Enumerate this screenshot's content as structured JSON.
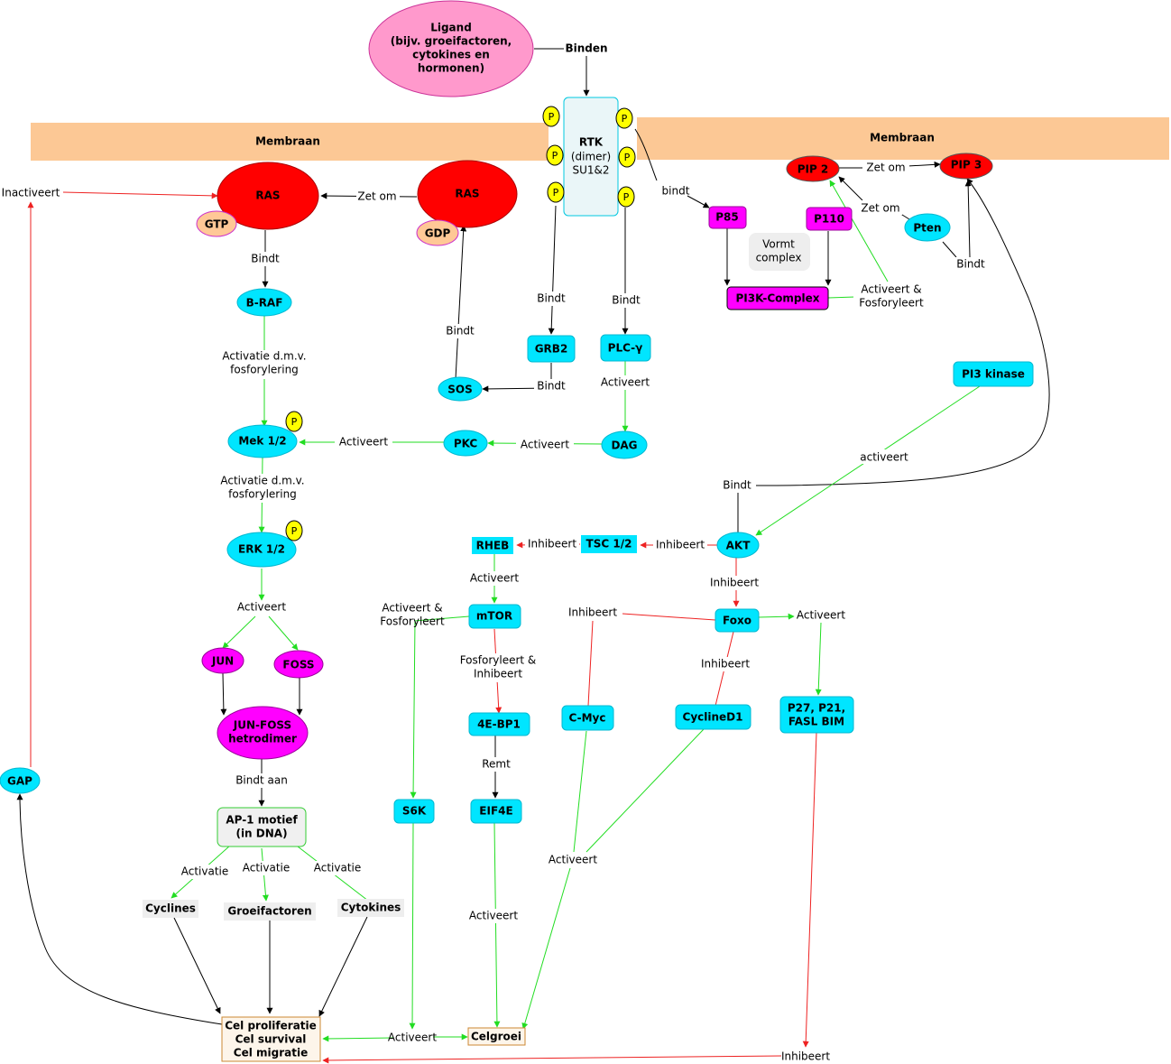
{
  "colors": {
    "membrane": "#fcc895",
    "ras": "#ff0000",
    "cyan": "#00e5ff",
    "magenta": "#ff00ff",
    "pink": "#ff99cc",
    "peach": "#ffc896",
    "yellow": "#ffff00",
    "grey": "#eeeeee",
    "arrow_black": "#000000",
    "arrow_green": "#22dd22",
    "arrow_red": "#ee2222"
  },
  "membrane": {
    "left_label": "Membraan",
    "right_label": "Membraan"
  },
  "nodes": {
    "ligand": [
      "Ligand",
      "(bijv. groeifactoren,",
      "cytokines en",
      "hormonen)"
    ],
    "rtk": [
      "RTK",
      "(dimer)",
      "SU1&2"
    ],
    "p": "P",
    "ras_active": "RAS",
    "gtp": "GTP",
    "ras_inactive": "RAS",
    "gdp": "GDP",
    "braf": "B-RAF",
    "mek": "Mek 1/2",
    "erk": "ERK 1/2",
    "jun": "JUN",
    "foss": "FOSS",
    "junfoss": [
      "JUN-FOSS",
      "hetrodimer"
    ],
    "ap1": [
      "AP-1 motief",
      "(in DNA)"
    ],
    "cyclines": "Cyclines",
    "groeifactoren": "Groeifactoren",
    "cytokines": "Cytokines",
    "cel": [
      "Cel proliferatie",
      "Cel survival",
      "Cel migratie"
    ],
    "gap": "GAP",
    "sos": "SOS",
    "grb2": "GRB2",
    "plcy": "PLC-γ",
    "dag": "DAG",
    "pkc": "PKC",
    "pip2": "PIP 2",
    "pip3": "PIP 3",
    "pten": "Pten",
    "p85": "P85",
    "p110": "P110",
    "vormt": [
      "Vormt",
      "complex"
    ],
    "pi3k_complex": "PI3K-Complex",
    "pi3_kinase": "PI3 kinase",
    "akt": "AKT",
    "tsc": "TSC 1/2",
    "rheb": "RHEB",
    "mtor": "mTOR",
    "ebp1": "4E-BP1",
    "eif4e": "EIF4E",
    "s6k": "S6K",
    "foxo": "Foxo",
    "cmyc": "C-Myc",
    "cyclind1": "CyclineD1",
    "p27": [
      "P27, P21,",
      "FASL BIM"
    ],
    "celgroei": "Celgroei"
  },
  "labels": {
    "binden": "Binden",
    "inactiveert": "Inactiveert",
    "zet_om_ras": "Zet om",
    "bindt_ras_braf": "Bindt",
    "activatie_braf_mek": [
      "Activatie d.m.v.",
      "fosforylering"
    ],
    "activatie_mek_erk": [
      "Activatie d.m.v.",
      "fosforylering"
    ],
    "activeert_erk": "Activeert",
    "bindt_aan": "Bindt aan",
    "activatie_1": "Activatie",
    "activatie_2": "Activatie",
    "activatie_3": "Activatie",
    "bindt_sos_ras": "Bindt",
    "bindt_rtk_grb2": "Bindt",
    "bindt_grb2_sos": "Bindt",
    "bindt_rtk_plc": "Bindt",
    "activeert_plc_dag": "Activeert",
    "activeert_dag_pkc": "Activeert",
    "activeert_pkc_mek": "Activeert",
    "bindt_rtk_p85": "bindt",
    "zet_om_pip": "Zet om",
    "zet_om_pten": "Zet om",
    "bindt_pip3": "Bindt",
    "activeert_fosforyleert": [
      "Activeert &",
      "Fosforyleert"
    ],
    "activeert_pi3": "activeert",
    "bindt_akt": "Bindt",
    "inhibeert_akt_tsc": "Inhibeert",
    "inhibeert_tsc_rheb": "Inhibeert",
    "activeert_rheb_mtor": "Activeert",
    "fosforyleert_inhibeert": [
      "Fosforyleert &",
      "Inhibeert"
    ],
    "remt": "Remt",
    "activeert_eif4e": "Activeert",
    "activeert_fosforyleert_s6k": [
      "Activeert &",
      "Fosforyleert"
    ],
    "inhibeert_akt_foxo": "Inhibeert",
    "inhibeert_foxo_cmyc": "Inhibeert",
    "inhibeert_foxo_cyclind1": "Inhibeert",
    "activeert_foxo_p27": "Activeert",
    "activeert_myc_cyc": "Activeert",
    "activeert_bottom": "Activeert",
    "inhibeert_bottom": "Inhibeert"
  }
}
